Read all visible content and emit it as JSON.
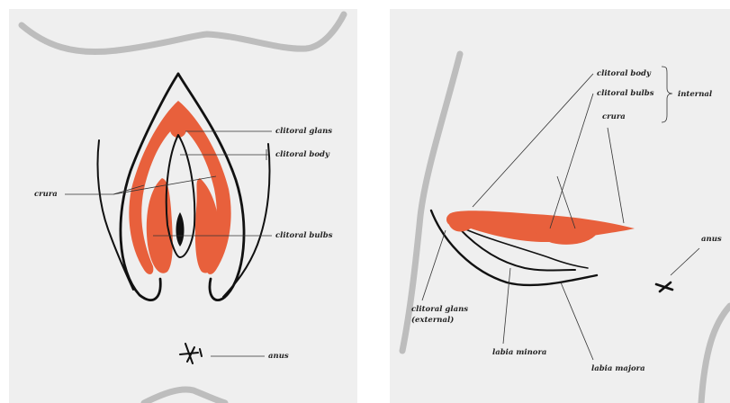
{
  "colors": {
    "background": "#efefef",
    "organ": "#e8603c",
    "outline": "#111111",
    "thigh": "#bdbdbd"
  },
  "front_view": {
    "labels": {
      "glans": "clitoral glans",
      "body": "clitoral body",
      "crura": "crura",
      "bulbs": "clitoral bulbs",
      "anus": "anus"
    }
  },
  "side_view": {
    "labels": {
      "body": "clitoral body",
      "bulbs": "clitoral bulbs",
      "crura": "crura",
      "internal": "internal",
      "glans_line1": "clitoral glans",
      "glans_line2": "(external)",
      "labia_minora": "labia minora",
      "labia_majora": "labia majora",
      "anus": "anus"
    }
  }
}
